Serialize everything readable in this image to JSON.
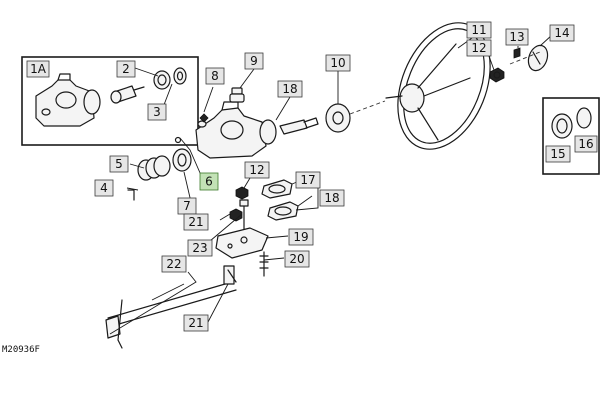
{
  "figure_code": "M20936F",
  "callouts": [
    {
      "id": "1A",
      "label": "1A"
    },
    {
      "id": "2",
      "label": "2"
    },
    {
      "id": "3",
      "label": "3"
    },
    {
      "id": "4",
      "label": "4"
    },
    {
      "id": "5",
      "label": "5"
    },
    {
      "id": "6",
      "label": "6",
      "highlighted": true
    },
    {
      "id": "7",
      "label": "7"
    },
    {
      "id": "8",
      "label": "8"
    },
    {
      "id": "9",
      "label": "9"
    },
    {
      "id": "10",
      "label": "10"
    },
    {
      "id": "11",
      "label": "11"
    },
    {
      "id": "12a",
      "label": "12"
    },
    {
      "id": "12b",
      "label": "12"
    },
    {
      "id": "13",
      "label": "13"
    },
    {
      "id": "14",
      "label": "14"
    },
    {
      "id": "15",
      "label": "15"
    },
    {
      "id": "16",
      "label": "16"
    },
    {
      "id": "17",
      "label": "17"
    },
    {
      "id": "18a",
      "label": "18"
    },
    {
      "id": "18b",
      "label": "18"
    },
    {
      "id": "19",
      "label": "19"
    },
    {
      "id": "20",
      "label": "20"
    },
    {
      "id": "21a",
      "label": "21"
    },
    {
      "id": "21b",
      "label": "21"
    },
    {
      "id": "22",
      "label": "22"
    },
    {
      "id": "23",
      "label": "23"
    }
  ],
  "colors": {
    "label_fill": "#e6e6e6",
    "label_highlight": "#c3e2b6",
    "line": "#1a1a1a"
  }
}
